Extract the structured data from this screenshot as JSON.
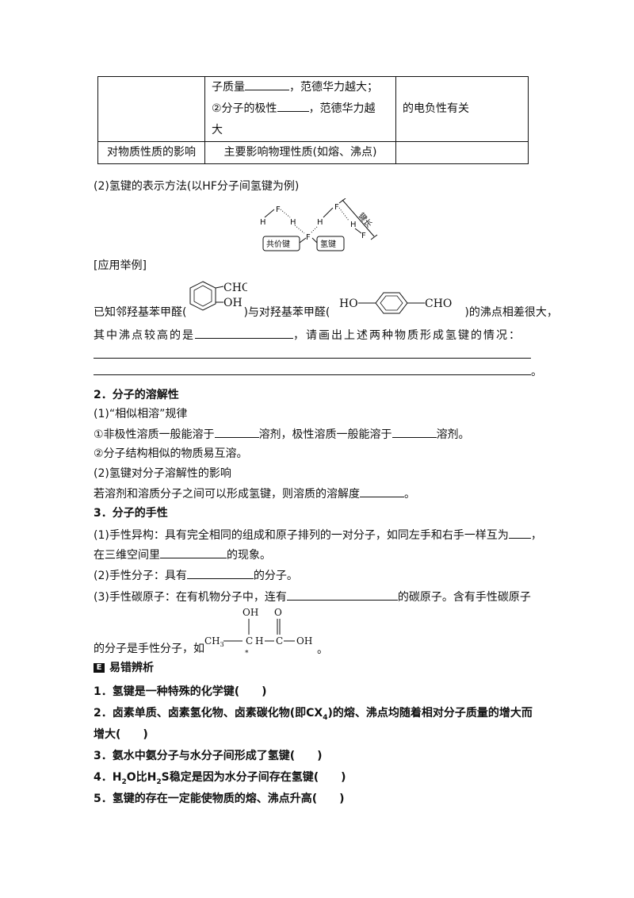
{
  "table": {
    "row1": {
      "c2_l1_a": "子质量",
      "c2_l1_b": "，范德华力越大；",
      "c2_l2_a": "②分子的极性",
      "c2_l2_b": "，范德华力越",
      "c2_l3": "大",
      "c3": "的电负性有关"
    },
    "row2": {
      "c1": "对物质性质的影响",
      "c2": "主要影响物理性质(如熔、沸点)",
      "c3": ""
    }
  },
  "hf": {
    "title": "(2)氢键的表示方法(以HF分子间氢键为例)",
    "F": "F",
    "H": "H",
    "bond_length": "键长",
    "covalent": "共价键",
    "hbond": "氢键"
  },
  "example": {
    "heading": "[应用举例]",
    "p1_a": "已知邻羟基苯甲醛(",
    "p1_b": ")与对羟基苯甲醛(",
    "p1_c": ")的沸点相差很大，",
    "p2_a": "其中沸点较高的是",
    "p2_b": "，请画出上述两种物质形成氢键的情况：",
    "end_mark": "。",
    "cho": "CHO",
    "oh": "OH",
    "ho": "HO"
  },
  "sec2": {
    "title": "2．分子的溶解性",
    "s1": "(1)“相似相溶”规律",
    "s1_l1_a": "①非极性溶质一般能溶于",
    "s1_l1_b": "溶剂，极性溶质一般能溶于",
    "s1_l1_c": "溶剂。",
    "s1_l2": "②分子结构相似的物质易互溶。",
    "s2": "(2)氢键对分子溶解性的影响",
    "s2_l1_a": "若溶剂和溶质分子之间可以形成氢键，则溶质的溶解度",
    "s2_l1_b": "。"
  },
  "sec3": {
    "title": "3．分子的手性",
    "l1_a": "(1)手性异构：具有完全相同的组成和原子排列的一对分子，如同左手和右手一样互为",
    "l1_b": "，",
    "l2_a": "在三维空间里",
    "l2_b": "的现象。",
    "l3_a": "(2)手性分子：具有",
    "l3_b": "的分子。",
    "l4_a": "(3)手性碳原子：在有机物分子中，连有",
    "l4_b": "的碳原子。含有手性碳原子",
    "l5_a": "的分子是手性分子，如",
    "l5_b": "。",
    "formula": {
      "ch3": "CH",
      "sub3": "3",
      "c": "C",
      "h": "H",
      "oh": "OH",
      "o": "O",
      "star": "*",
      "dash": "—"
    }
  },
  "errors": {
    "heading": "易错辨析",
    "icon": "E",
    "items": [
      "1．氢键是一种特殊的化学键(　　)",
      "2．卤素单质、卤素氢化物、卤素碳化物(即CX",
      "增大(　　)",
      "3．氨水中氨分子与水分子间形成了氢键(　　)",
      "4．H",
      "5．氢键的存在一定能使物质的熔、沸点升高(　　)"
    ],
    "item2_sub": "4",
    "item2_tail": ")的熔、沸点均随着相对分子质量的增大而",
    "item4_sub1": "2",
    "item4_mid": "O比H",
    "item4_sub2": "2",
    "item4_tail": "S稳定是因为水分子间存在氢键(　　)"
  }
}
